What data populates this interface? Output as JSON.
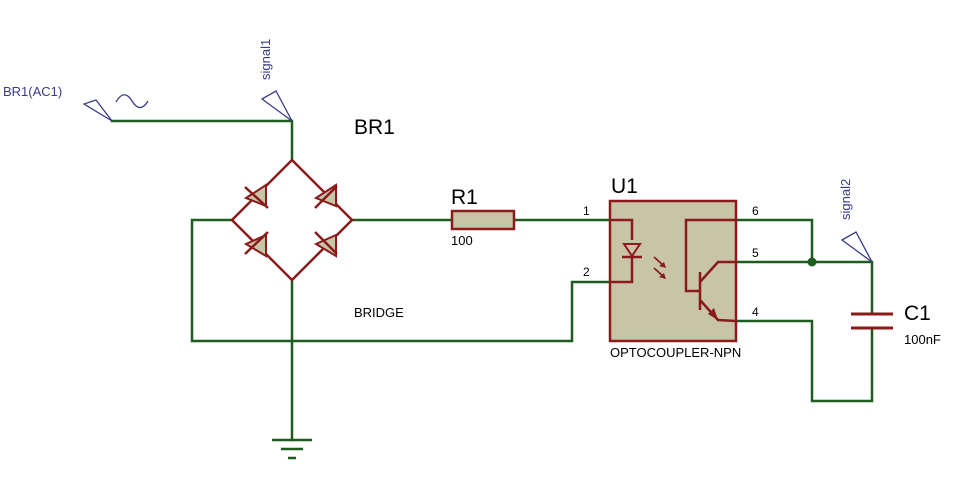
{
  "components": {
    "bridge": {
      "ref": "BR1",
      "type": "BRIDGE"
    },
    "resistor": {
      "ref": "R1",
      "value": "100"
    },
    "opto": {
      "ref": "U1",
      "type": "OPTOCOUPLER-NPN",
      "pins": [
        "1",
        "2",
        "4",
        "5",
        "6"
      ]
    },
    "capacitor": {
      "ref": "C1",
      "value": "100nF"
    }
  },
  "terminals": {
    "ac_input": "BR1(AC1)",
    "signal1": "signal1",
    "signal2": "signal2"
  },
  "colors": {
    "wire": "#1f5c1f",
    "component": "#8b1a1a",
    "component_fill": "#c8c4a8",
    "terminal": "#3a3a8a"
  }
}
